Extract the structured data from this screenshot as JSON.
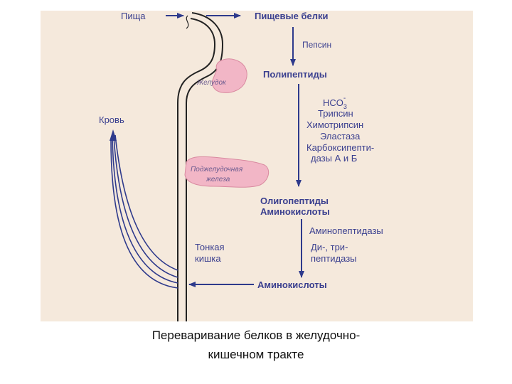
{
  "colors": {
    "panel": "#f5e9dc",
    "arrow": "#2e3a8c",
    "text": "#3a3f8f",
    "organ": "#f2b6c6",
    "tract": "#222222"
  },
  "labels": {
    "food": "Пища",
    "food_proteins": "Пищевые белки",
    "pepsin": "Пепсин",
    "stomach": "Желудок",
    "polypeptides": "Полипептиды",
    "hco3": "HCO",
    "hco3_sub": "3",
    "hco3_sup": "-",
    "trypsin": "Трипсин",
    "chymotrypsin": "Химотрипсин",
    "elastase": "Эластаза",
    "carboxy_1": "Карбоксипепти-",
    "carboxy_2": "дазы А и Б",
    "blood": "Кровь",
    "pancreas_1": "Поджелудочная",
    "pancreas_2": "железа",
    "oligopeptides": "Олигопептиды",
    "amino_acids_mid": "Аминокислоты",
    "aminopeptidases": "Аминопептидазы",
    "di_tri_1": "Ди-, три-",
    "di_tri_2": "пептидазы",
    "small_intestine_1": "Тонкая",
    "small_intestine_2": "кишка",
    "amino_acids_final": "Аминокислоты"
  },
  "caption": {
    "line1": "Переваривание белков в желудочно-",
    "line2": "кишечном тракте"
  }
}
